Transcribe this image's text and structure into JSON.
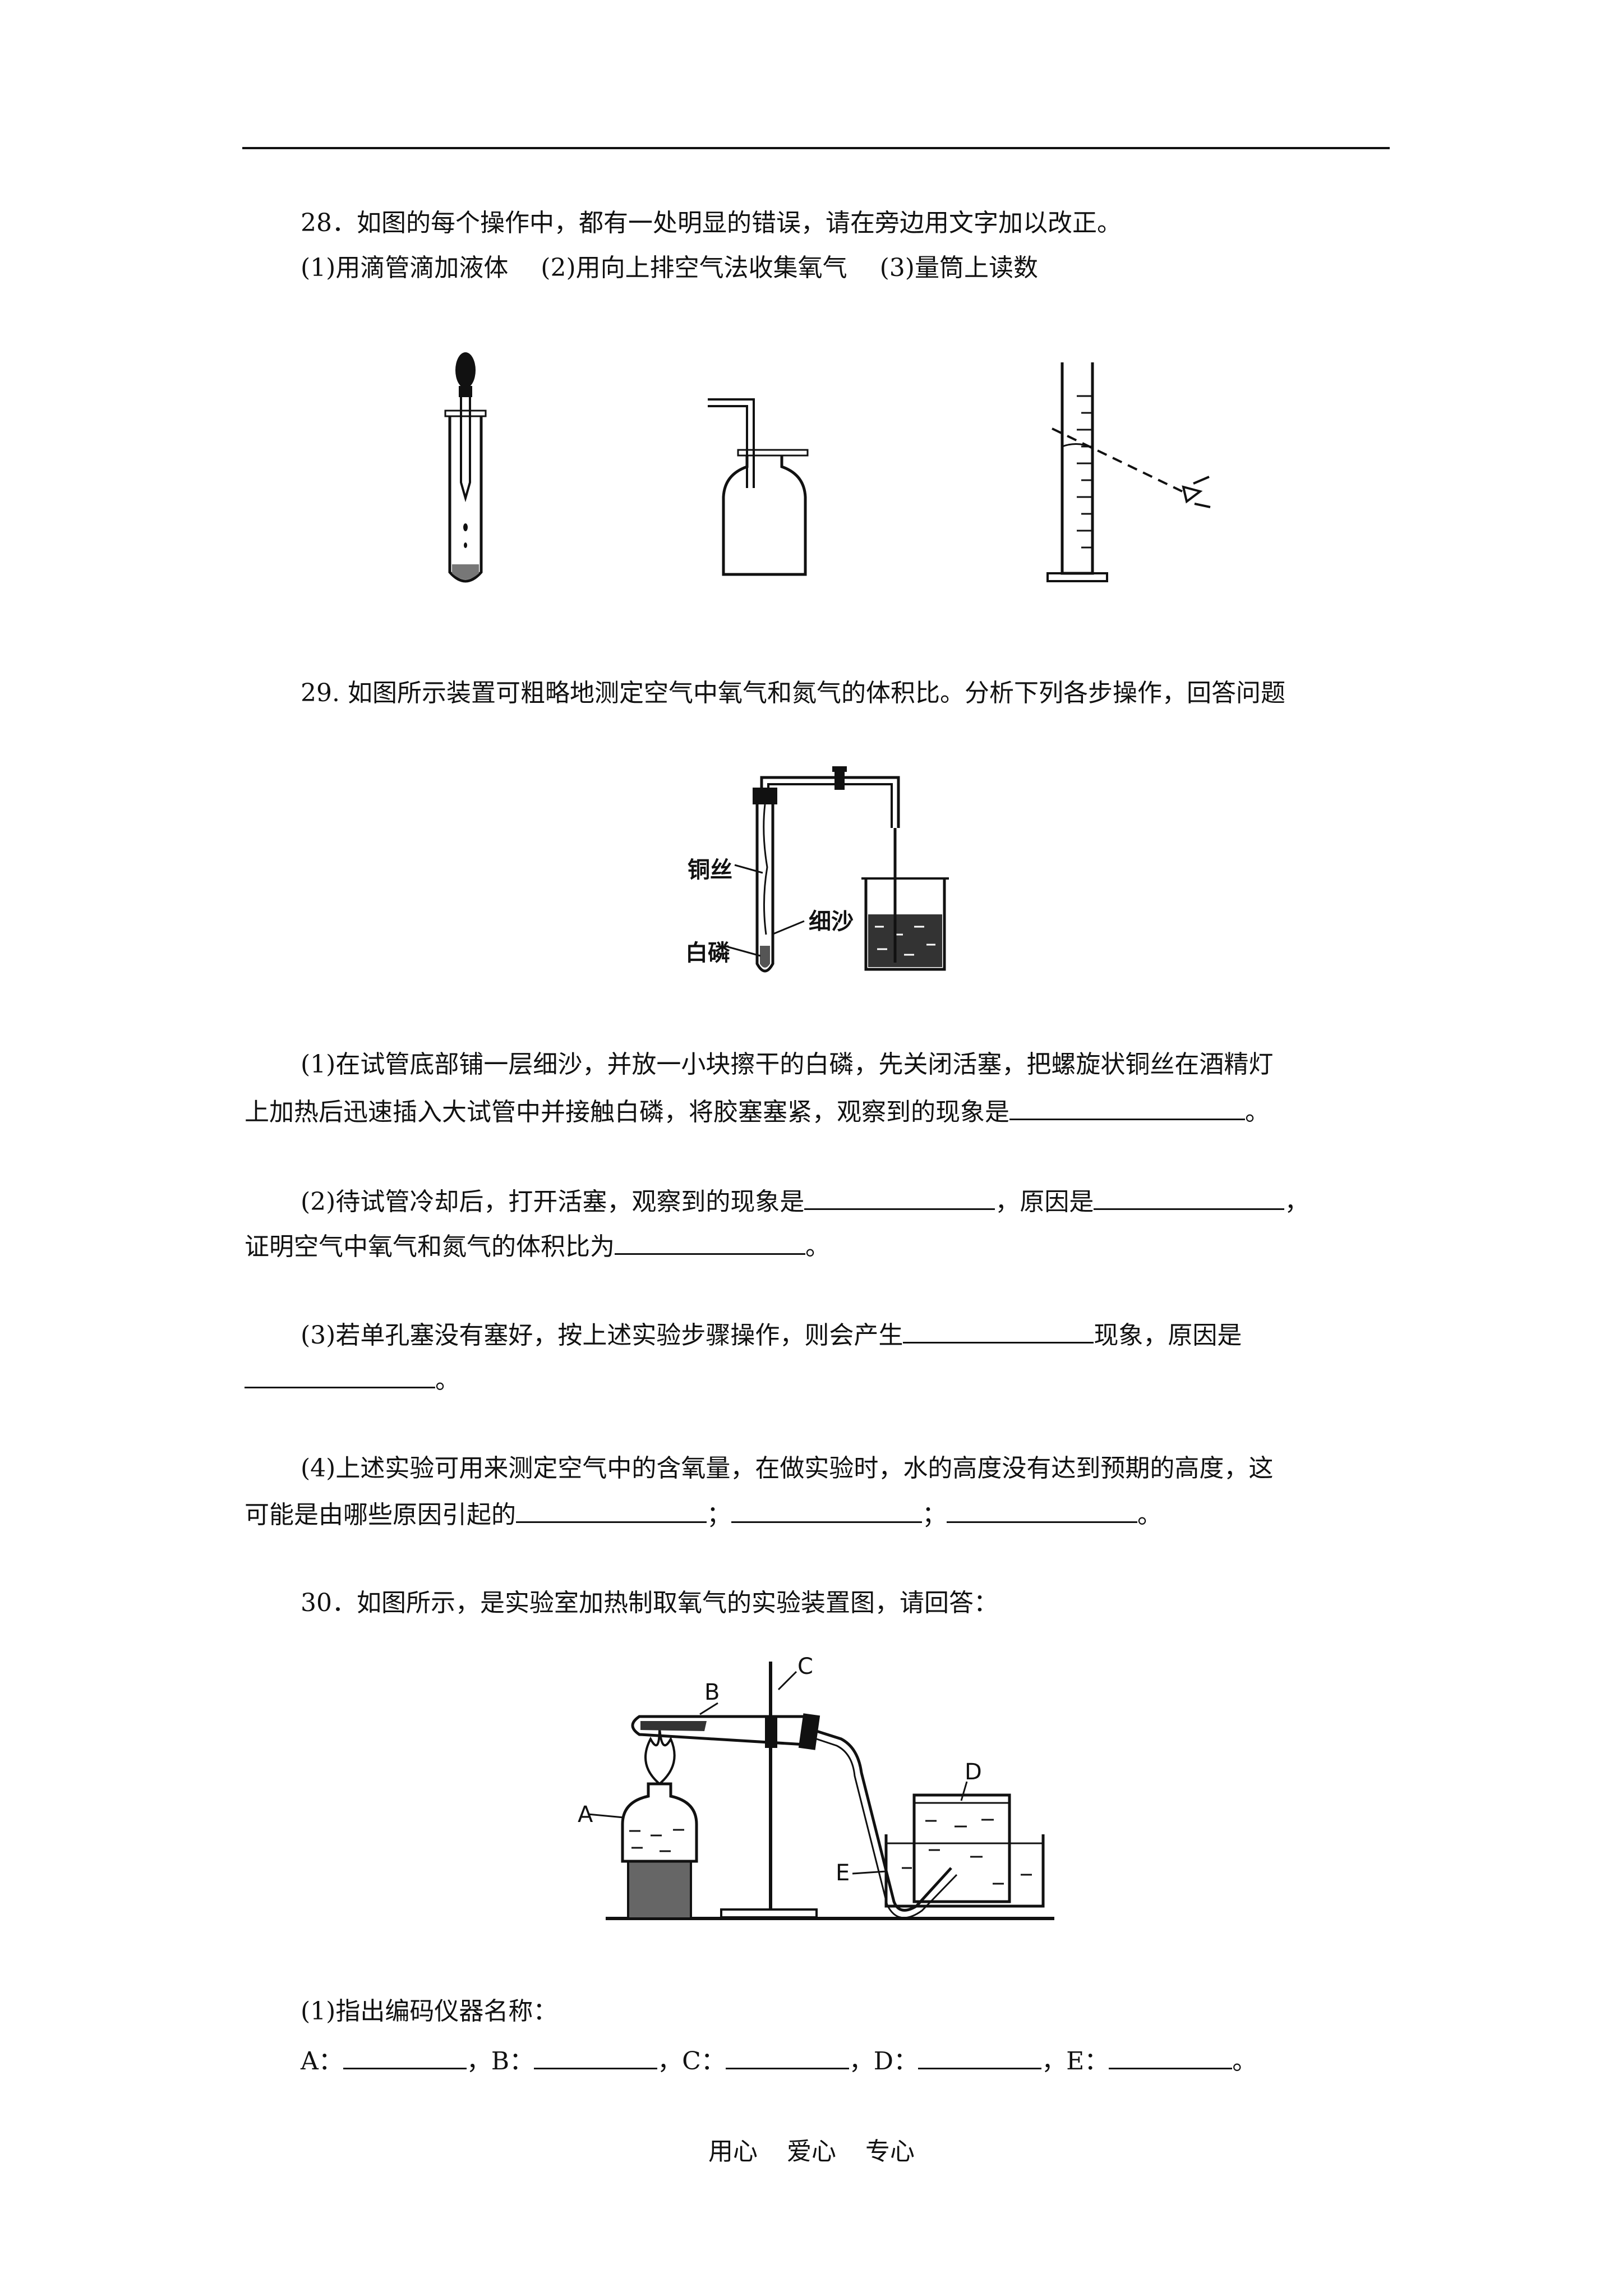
{
  "q28": {
    "stem": "28．如图的每个操作中，都有一处明显的错误，请在旁边用文字加以改正。",
    "ops": "(1)用滴管滴加液体　 (2)用向上排空气法收集氧气　 (3)量筒上读数"
  },
  "q29": {
    "stem": "29. 如图所示装置可粗略地测定空气中氧气和氮气的体积比。分析下列各步操作，回答问题",
    "labels": {
      "copper": "铜丝",
      "sand": "细沙",
      "phosphorus": "白磷"
    },
    "p1_l1": "(1)在试管底部铺一层细沙，并放一小块擦干的白磷，先关闭活塞，把螺旋状铜丝在酒精灯",
    "p1_l2_a": "上加热后迅速插入大试管中并接触白磷，将胶塞塞紧，观察到的现象是",
    "p1_l2_end": "。",
    "p2_l1_a": "(2)待试管冷却后，打开活塞，观察到的现象是",
    "p2_l1_b": "，原因是",
    "p2_l1_end": "，",
    "p2_l2_a": "证明空气中氧气和氮气的体积比为",
    "p2_l2_end": "。",
    "p3_l1_a": "(3)若单孔塞没有塞好，按上述实验步骤操作，则会产生",
    "p3_l1_b": "现象，原因是",
    "p3_l2_end": "。",
    "p4_l1": "(4)上述实验可用来测定空气中的含氧量，在做实验时，水的高度没有达到预期的高度，这",
    "p4_l2_a": "可能是由哪些原因引起的",
    "p4_sep": "；",
    "p4_end": "。"
  },
  "q30": {
    "stem": "30．如图所示，是实验室加热制取氧气的实验装置图，请回答：",
    "labels": {
      "a": "A",
      "b": "B",
      "c": "C",
      "d": "D",
      "e": "E"
    },
    "p1": "(1)指出编码仪器名称：",
    "l_a": "A：",
    "l_b": "，B：",
    "l_c": "，C：",
    "l_d": "，D：",
    "l_e": "，E：",
    "end": "。"
  },
  "footer": {
    "w1": "用心",
    "w2": "爱心",
    "w3": "专心"
  }
}
